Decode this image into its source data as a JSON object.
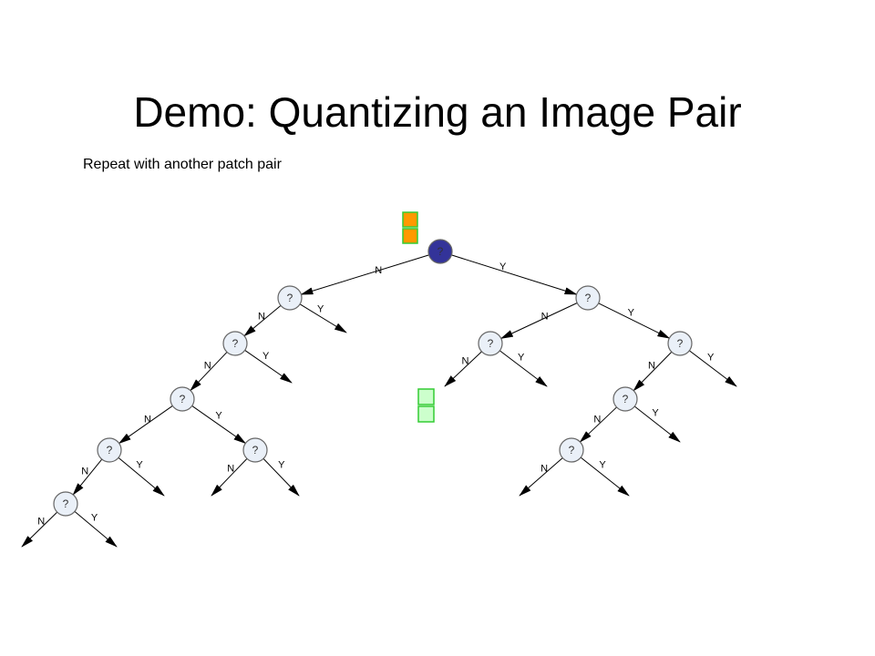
{
  "slide": {
    "title": "Demo: Quantizing an Image Pair",
    "subtitle": "Repeat with another patch pair"
  },
  "tree": {
    "node_symbol": "?",
    "edge_left_label": "N",
    "edge_right_label": "Y",
    "colors": {
      "active_node_fill": "#333399",
      "inactive_node_fill": "#eaf0f8",
      "node_stroke": "#666666",
      "arrow": "#000000",
      "previous_patch_fill": "#ff9900",
      "previous_patch_stroke": "#33cc33",
      "current_patch_fill": "#ccffcc",
      "current_patch_stroke": "#33cc33"
    }
  }
}
